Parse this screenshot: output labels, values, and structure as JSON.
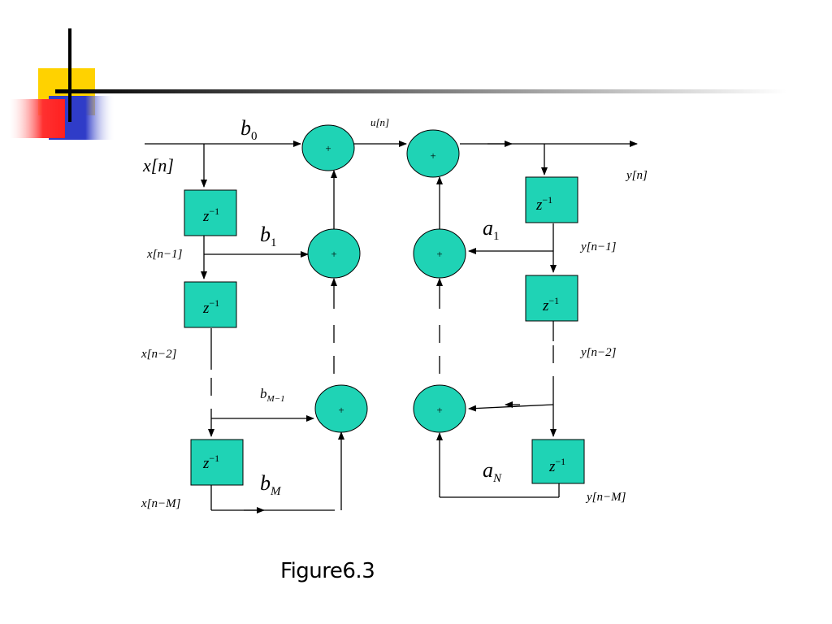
{
  "diagram": {
    "caption": "Figure6.3",
    "adder_symbol": "+",
    "delay_label": {
      "base": "z",
      "exp": "−1"
    },
    "signals": {
      "x_n": "x[n]",
      "x_n1": "x[n−1]",
      "x_n2": "x[n−2]",
      "x_nM": "x[n−M]",
      "y_n": "y[n]",
      "y_n1": "y[n−1]",
      "y_n2": "y[n−2]",
      "y_nM": "y[n−M]",
      "u_n": "u[n]"
    },
    "coefficients": {
      "b0": {
        "base": "b",
        "sub": "0"
      },
      "b1": {
        "base": "b",
        "sub": "1"
      },
      "bM1": {
        "base": "b",
        "sub": "M−1"
      },
      "bM": {
        "base": "b",
        "sub": "M"
      },
      "a1": {
        "base": "a",
        "sub": "1"
      },
      "aN": {
        "base": "a",
        "sub": "N"
      }
    },
    "colors": {
      "block_fill": "#1fd3b5",
      "deco_yellow": "#ffd200",
      "deco_blue": "#2f3cc8",
      "deco_red": "#ff2a2a"
    }
  }
}
